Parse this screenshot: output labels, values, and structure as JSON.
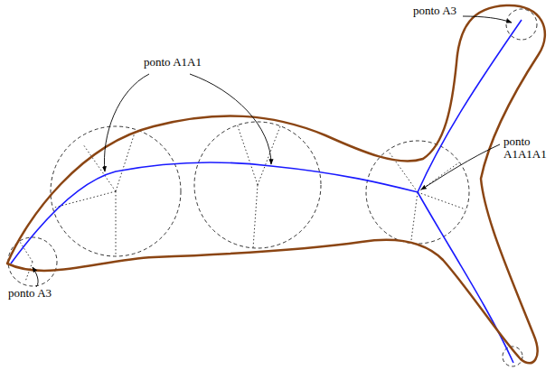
{
  "diagram": {
    "labels": [
      "ponto A3",
      "ponto A1A1",
      "ponto A1A1A1",
      "ponto A3"
    ]
  }
}
